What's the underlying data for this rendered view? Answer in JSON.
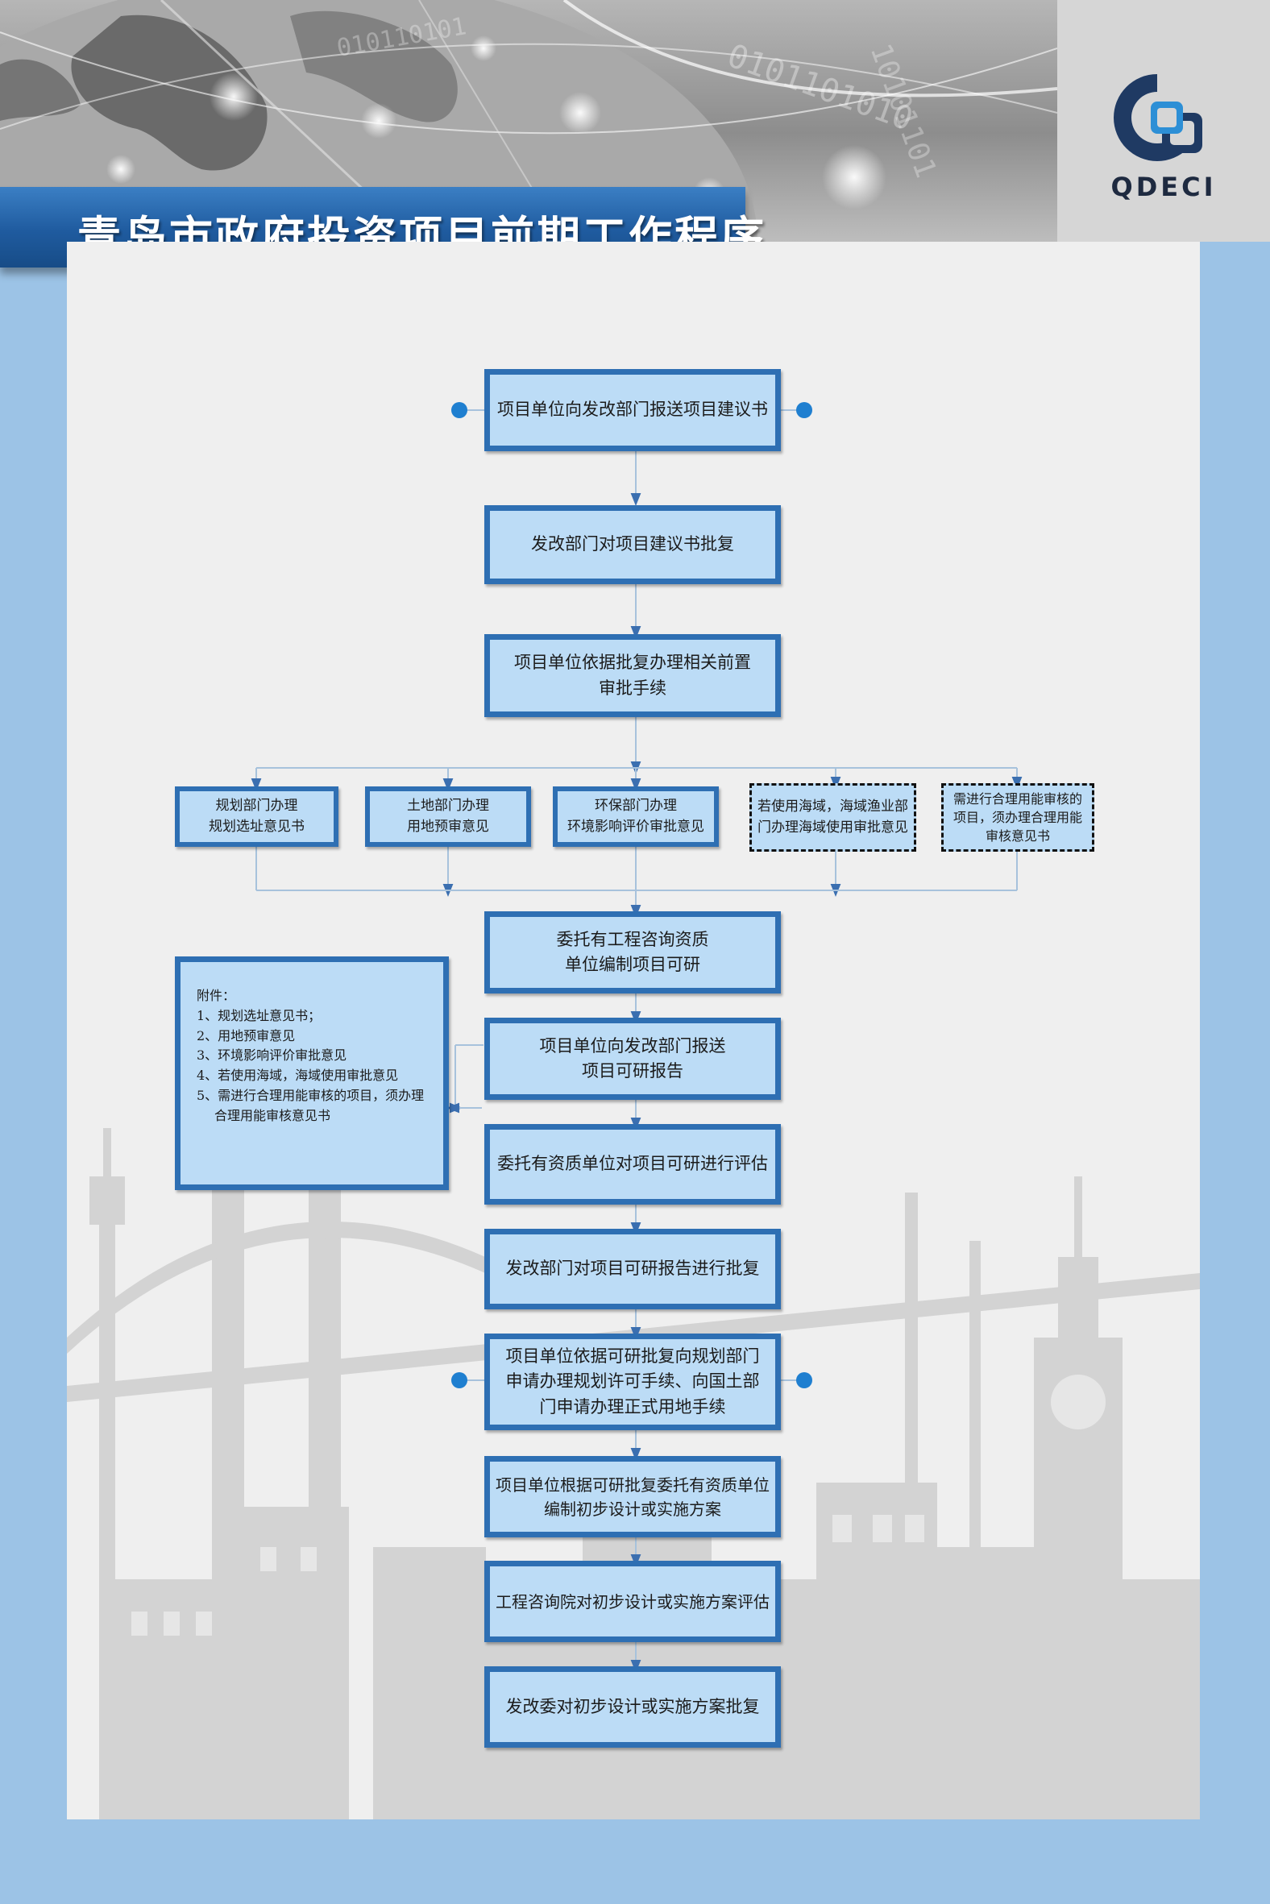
{
  "header": {
    "title": "青岛市政府投资项目前期工作程序",
    "logo_text": "QDECI"
  },
  "colors": {
    "box_fill": "#bcdcf6",
    "box_border": "#2e6fb3",
    "connector": "#8fb3d6",
    "dot": "#1f7fd0",
    "banner": "#1f5b9f",
    "page_border": "#9cc3e6"
  },
  "flow": {
    "step1": "项目单位向发改部门报送项目建议书",
    "step2": "发改部门对项目建议书批复",
    "step3": "项目单位依据批复办理相关前置\n审批手续",
    "branches": [
      "规划部门办理\n规划选址意见书",
      "土地部门办理\n用地预审意见",
      "环保部门办理\n环境影响评价审批意见",
      "若使用海域，海域渔业部\n门办理海域使用审批意见",
      "需进行合理用能审核的\n项目，须办理合理用能\n审核意见书"
    ],
    "step4": "委托有工程咨询资质\n单位编制项目可研",
    "step5": "项目单位向发改部门报送\n项目可研报告",
    "step6": "委托有资质单位对项目可研进行评估",
    "step7": "发改部门对项目可研报告进行批复",
    "step8": "项目单位依据可研批复向规划部门\n申请办理规划许可手续、向国土部\n门申请办理正式用地手续",
    "step9": "项目单位根据可研批复委托有资质单位\n编制初步设计或实施方案",
    "step10": "工程咨询院对初步设计或实施方案评估",
    "step11": "发改委对初步设计或实施方案批复"
  },
  "attachment": {
    "heading": "附件：",
    "items": [
      "1、规划选址意见书；",
      "2、用地预审意见",
      "3、环境影响评价审批意见",
      "4、若使用海域，海域使用审批意见",
      "5、需进行合理用能审核的项目，须办理",
      "合理用能审核意见书"
    ]
  }
}
